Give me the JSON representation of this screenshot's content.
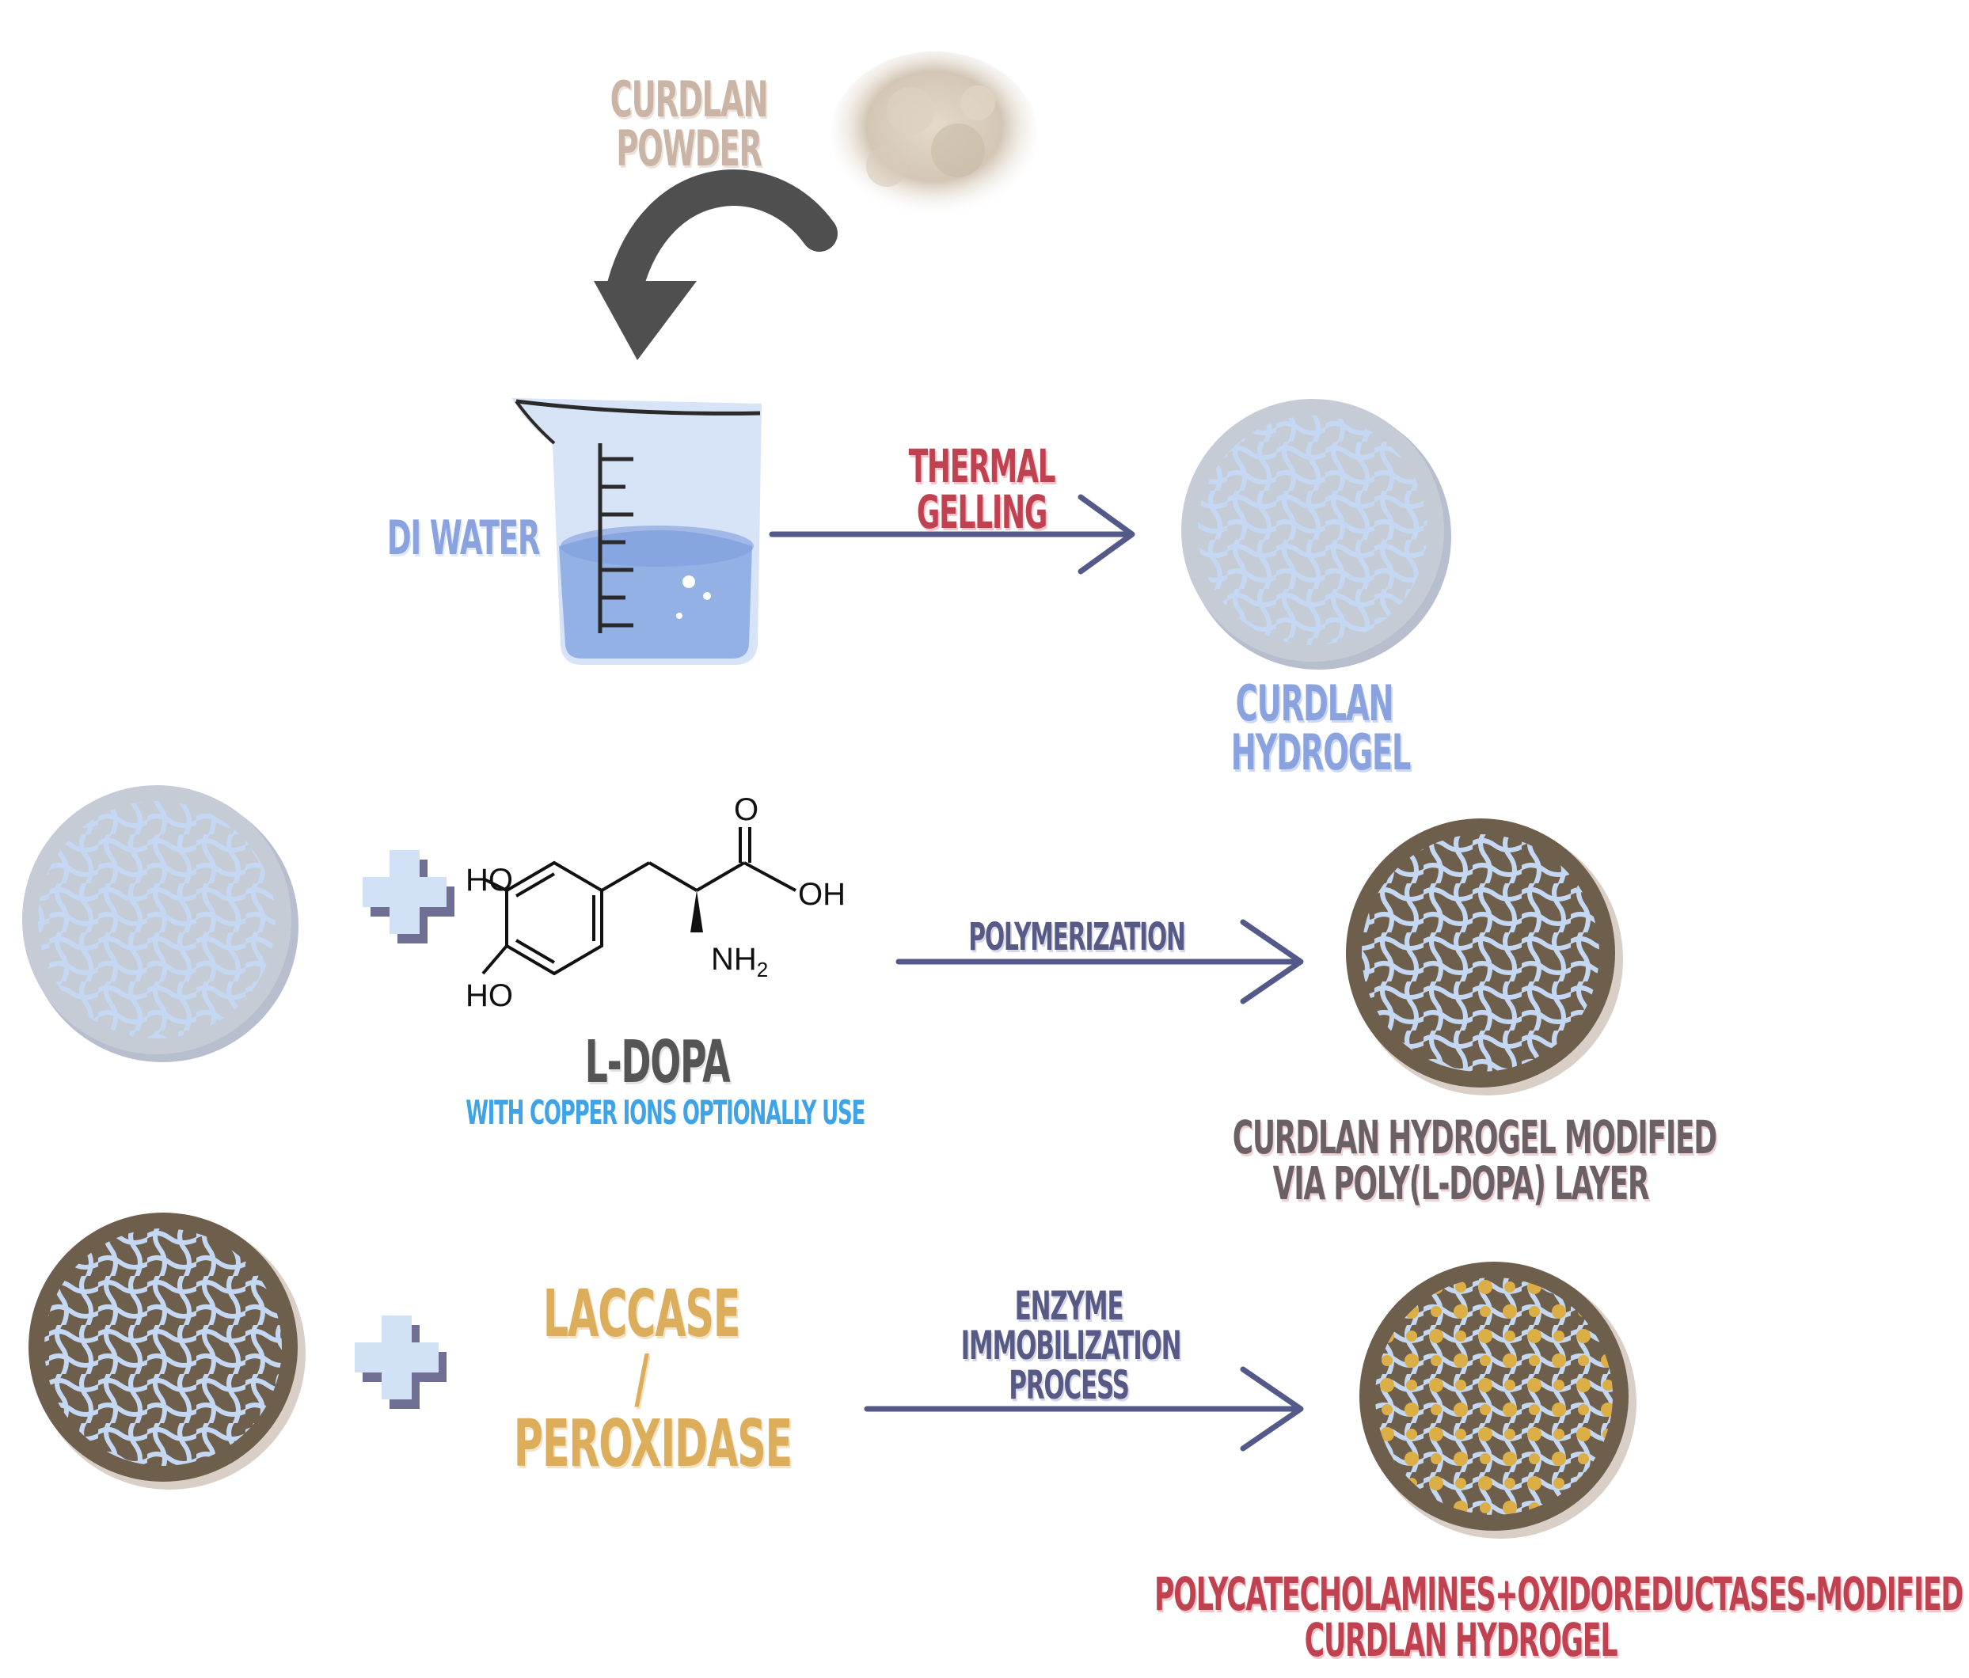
{
  "labels": {
    "curdlan_powder": [
      "CURDLAN",
      "POWDER"
    ],
    "di_water": "DI WATER",
    "thermal_gelling": [
      "THERMAL",
      "GELLING"
    ],
    "curdlan_hydrogel": [
      "CURDLAN",
      "HYDROGEL"
    ],
    "ldopa": "L-DOPA",
    "copper_note": "WITH COPPER IONS OPTIONALLY USE",
    "polymerization": "POLYMERIZATION",
    "modified_hydrogel": [
      "CURDLAN HYDROGEL MODIFIED",
      "VIA POLY(L-DOPA) LAYER"
    ],
    "enzymes": [
      "LACCASE",
      "/",
      "PEROXIDASE"
    ],
    "immobilization": [
      "ENZYME",
      "IMMOBILIZATION",
      "PROCESS"
    ],
    "final_hydrogel": [
      "POLYCATECHOLAMINES+OXIDOREDUCTASES-MODIFIED",
      "CURDLAN HYDROGEL"
    ]
  },
  "molecule": {
    "ho_top": "HO",
    "ho_bottom": "HO",
    "oxygen": "O",
    "oh": "OH",
    "nh": "NH",
    "nh_sub": "2"
  },
  "colors": {
    "arrow": "#535a8a",
    "hydrogel_fill": "#c5ccd6",
    "hydrogel_modified_fill": "#6e5e4c",
    "fiber": "#c5d8f3",
    "enzyme_dot": "#dcae46",
    "plus_fill": "#d1e2f7",
    "plus_shadow": "#6f6f94",
    "water": "#94b1e6",
    "beaker": "#d7e3f6",
    "powder": "#d3c6b5",
    "curved_arrow": "#4f4f4f"
  }
}
